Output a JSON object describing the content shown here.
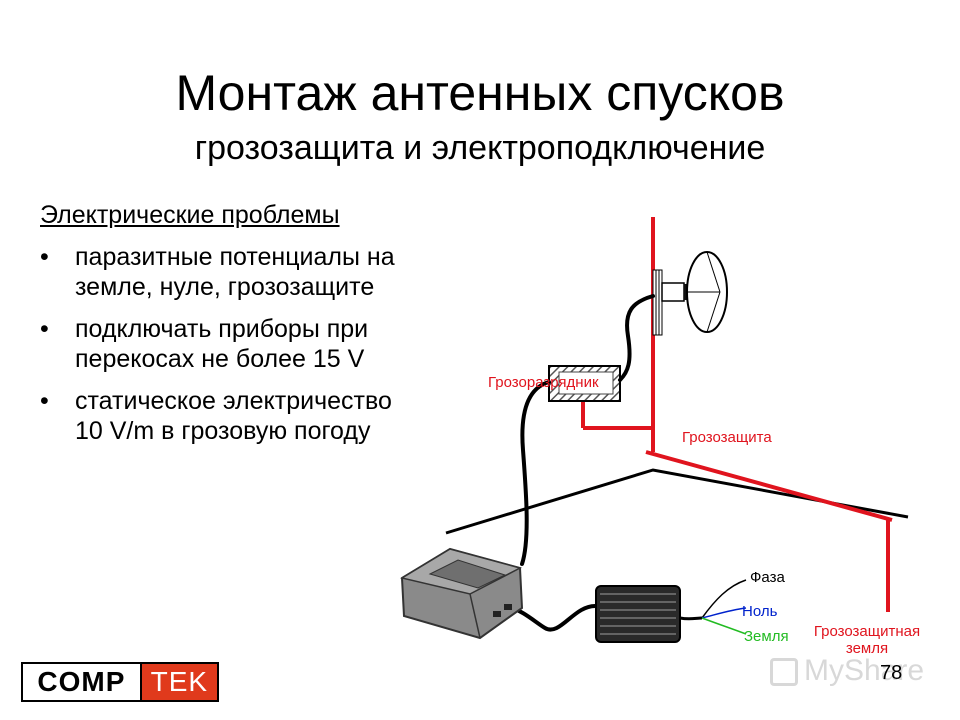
{
  "title": "Монтаж антенных спусков",
  "subtitle": "грозозащита и электроподключение",
  "section_heading": "Электрические проблемы",
  "bullet_char": "•",
  "bullets": [
    {
      "line1": "паразитные потенциалы на",
      "line2": "земле, нуле, грозозащите"
    },
    {
      "line1": "подключать приборы при",
      "line2": "перекосах не более 15 V"
    },
    {
      "line1": "статическое электричество",
      "line2": "10 V/m в грозовую погоду"
    }
  ],
  "diagram_labels": {
    "arrester": "Грозоразрядник",
    "lightning_protection": "Грозозащита",
    "phase": "Фаза",
    "neutral": "Ноль",
    "earth": "Земля",
    "protective_ground_line1": "Грозозащитная",
    "protective_ground_line2": "земля"
  },
  "colors": {
    "red": "#e0141e",
    "phase": "#000000",
    "neutral": "#0022cc",
    "earth": "#22bb22",
    "logo_red": "#e03a1c"
  },
  "logo": {
    "left": "COMP",
    "right": "TEK"
  },
  "page_number": "78",
  "watermark": "MyShare"
}
